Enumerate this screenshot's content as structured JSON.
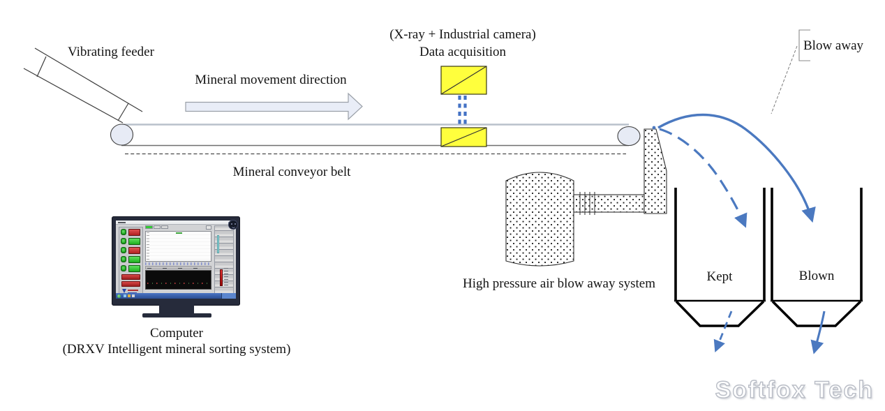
{
  "diagram": {
    "title_context": "Mineral sorting system schematic",
    "labels": {
      "vibrating_feeder": "Vibrating feeder",
      "movement_direction": "Mineral movement direction",
      "data_acquisition_line1": "(X-ray + Industrial camera)",
      "data_acquisition_line2": "Data acquisition",
      "blow_away": "Blow away",
      "conveyor_belt": "Mineral conveyor belt",
      "air_system": "High pressure air blow away system",
      "bin_left": "Kept",
      "bin_right": "Blown",
      "computer_line1": "Computer",
      "computer_line2": "(DRXV Intelligent mineral sorting system)"
    },
    "watermark": "Softfox Tech",
    "icons": {
      "vibrating_feeder": "inclined-chute-lines",
      "conveyor": "belt-with-rollers",
      "xray_camera": "yellow-box-diagonal",
      "air_tank": "dotted-barrel",
      "nozzle": "dotted-nozzle",
      "bins": "open-top-hoppers",
      "computer": "monitor-with-sorting-software",
      "trajectory_kept": "dashed-blue-curve-arrow",
      "trajectory_blown": "solid-blue-curve-arrow"
    },
    "colors": {
      "accent_blue": "#4472C4",
      "xray_yellow": "#FFFF3D",
      "belt_top_gray": "#B9C1CB",
      "roller_fill": "#E7EBF5",
      "block_arrow_fill": "#E9EDF7",
      "bin_line": "#000000",
      "monitor_bezel": "#262B3B",
      "button_red": "#B22222",
      "button_green": "#1FAE1F",
      "taskbar_blue": "#3A66B0",
      "watermark_gray": "#B9BDC6"
    }
  }
}
